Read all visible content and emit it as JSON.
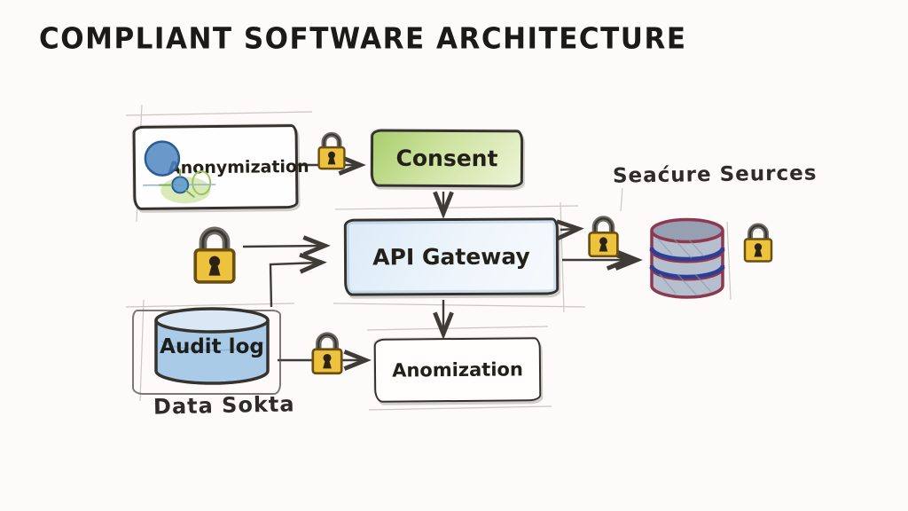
{
  "title": "COMPLIANT SOFTWARE ARCHITECTURE",
  "diagram": {
    "nodes": {
      "anonymization": {
        "label": "Anonymization",
        "shape": "rectangle",
        "fill": "#fefefe"
      },
      "consent": {
        "label": "Consent",
        "shape": "rectangle",
        "fill": "#bedb8a"
      },
      "api_gateway": {
        "label": "API Gateway",
        "shape": "rectangle",
        "fill": "#e7f0f9"
      },
      "audit_log": {
        "label": "Audit log",
        "shape": "cylinder",
        "fill": "#a9cbe8"
      },
      "anomization": {
        "label": "Anomization",
        "shape": "rectangle",
        "fill": "#fffefd"
      },
      "secure_db": {
        "label": "",
        "shape": "database-cylinder",
        "fill": "#b6bfce"
      }
    },
    "captions": {
      "data_sokta": "Data Sokta",
      "secure_sources": "Seaćure Seurces"
    },
    "edges": [
      {
        "from": "anonymization",
        "to": "consent",
        "via": "padlock"
      },
      {
        "from": "consent",
        "to": "api_gateway"
      },
      {
        "from": "padlock-inbound",
        "to": "api_gateway"
      },
      {
        "from": "audit_log",
        "to": "api_gateway",
        "style": "elbow"
      },
      {
        "from": "api_gateway",
        "to": "anomization"
      },
      {
        "from": "audit_log",
        "to": "anomization",
        "via": "padlock"
      },
      {
        "from": "api_gateway",
        "to": "secure_db",
        "via": "padlock"
      }
    ],
    "icons": {
      "padlocks": [
        "padlock-anonymization-consent",
        "padlock-inbound",
        "padlock-audit-anomization",
        "padlock-gateway-sources",
        "padlock-sources-right"
      ],
      "database": "secure-sources-database"
    },
    "colors": {
      "background": "#fcfbfa",
      "ink": "#35322e",
      "consent_green": "#b3d47c",
      "gateway_blue": "#e7f0f9",
      "audit_blue": "#a9cbe8",
      "padlock_gold": "#edc23c",
      "db_maroon": "#8e3850",
      "db_band_blue": "#2c3f96"
    }
  }
}
